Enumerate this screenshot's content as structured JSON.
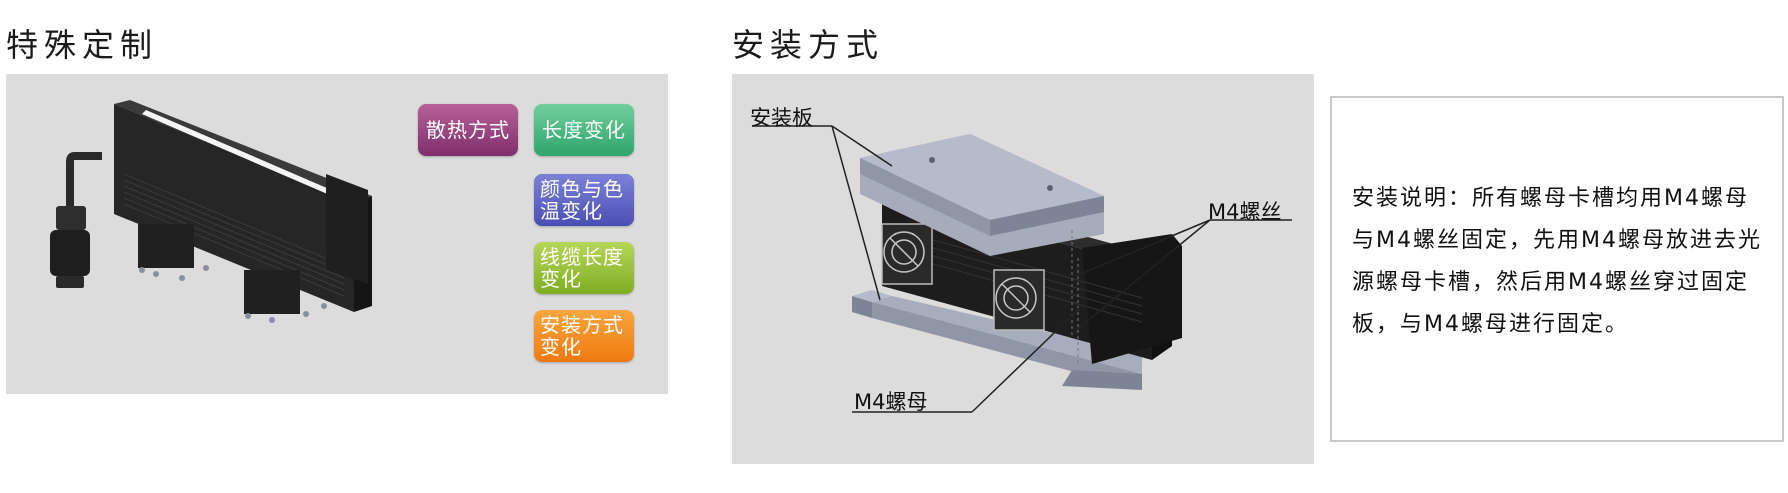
{
  "sections": {
    "custom": {
      "title": "特殊定制",
      "badges": [
        {
          "label": "散热方式"
        },
        {
          "label": "长度变化"
        },
        {
          "label": "颜色与色温变化"
        },
        {
          "label": "线缆长度变化"
        },
        {
          "label": "安装方式变化"
        }
      ]
    },
    "install": {
      "title": "安装方式",
      "callouts": {
        "plate": "安装板",
        "screw": "M4螺丝",
        "nut": "M4螺母"
      },
      "instructions": "安装说明：所有螺母卡槽均用M4螺母与M4螺丝固定，先用M4螺母放进去光源螺母卡槽，然后用M4螺丝穿过固定板，与M4螺母进行固定。"
    }
  },
  "colors": {
    "panel_bg": "#dcdcdc",
    "badge_cooling": "#9b4683",
    "badge_length": "#4fbb83",
    "badge_color": "#6066c5",
    "badge_cable": "#97c23c",
    "badge_mount": "#f28f26"
  }
}
